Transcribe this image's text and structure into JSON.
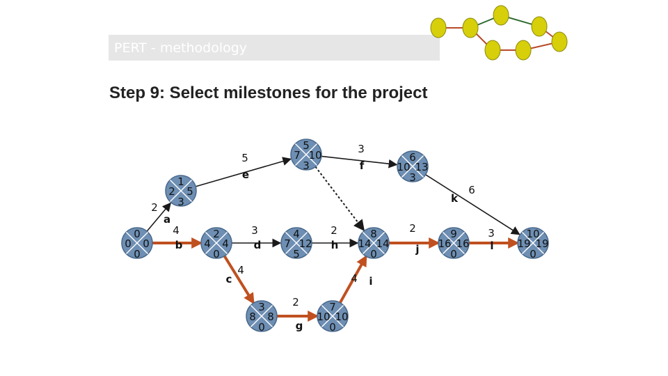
{
  "banner": {
    "title": "PERT - methodology"
  },
  "heading": "Step 9: Select milestones for the project",
  "colors": {
    "node_fill": "#6e8fb3",
    "node_stroke": "#4a6a8d",
    "critical": "#c0501f",
    "arrow": "#1a1a1a",
    "deco_node": "#d6cf0a",
    "deco_edge_red": "#b84a2a",
    "deco_edge_green": "#2f6b2f"
  },
  "nodes": [
    {
      "id": "n1",
      "top": "0",
      "left": "0",
      "right": "0",
      "bottom": "0"
    },
    {
      "id": "n2",
      "top": "1",
      "left": "2",
      "right": "5",
      "bottom": "3"
    },
    {
      "id": "n3",
      "top": "2",
      "left": "4",
      "right": "4",
      "bottom": "0"
    },
    {
      "id": "n4",
      "top": "5",
      "left": "7",
      "right": "10",
      "bottom": "3"
    },
    {
      "id": "n5",
      "top": "4",
      "left": "7",
      "right": "12",
      "bottom": "5"
    },
    {
      "id": "n6",
      "top": "6",
      "left": "10",
      "right": "13",
      "bottom": "3"
    },
    {
      "id": "n7",
      "top": "8",
      "left": "14",
      "right": "14",
      "bottom": "0"
    },
    {
      "id": "n8",
      "top": "9",
      "left": "16",
      "right": "16",
      "bottom": "0"
    },
    {
      "id": "n9",
      "top": "10",
      "left": "19",
      "right": "19",
      "bottom": "0"
    },
    {
      "id": "n10",
      "top": "3",
      "left": "8",
      "right": "8",
      "bottom": "0"
    },
    {
      "id": "n11",
      "top": "7",
      "left": "10",
      "right": "10",
      "bottom": "0"
    }
  ],
  "activities": [
    {
      "name": "a",
      "duration": "2",
      "from": "n1",
      "to": "n2",
      "critical": false,
      "dashed": false
    },
    {
      "name": "b",
      "duration": "4",
      "from": "n1",
      "to": "n3",
      "critical": true,
      "dashed": false
    },
    {
      "name": "e",
      "duration": "5",
      "from": "n2",
      "to": "n4",
      "critical": false,
      "dashed": false
    },
    {
      "name": "f",
      "duration": "3",
      "from": "n4",
      "to": "n6",
      "critical": false,
      "dashed": false
    },
    {
      "name": "d",
      "duration": "3",
      "from": "n3",
      "to": "n5",
      "critical": false,
      "dashed": false
    },
    {
      "name": "h",
      "duration": "2",
      "from": "n5",
      "to": "n7",
      "critical": false,
      "dashed": false
    },
    {
      "name": "c",
      "duration": "4",
      "from": "n3",
      "to": "n10",
      "critical": true,
      "dashed": false
    },
    {
      "name": "g",
      "duration": "2",
      "from": "n10",
      "to": "n11",
      "critical": true,
      "dashed": false
    },
    {
      "name": "i",
      "duration": "4",
      "from": "n11",
      "to": "n7",
      "critical": true,
      "dashed": false
    },
    {
      "name": "j",
      "duration": "2",
      "from": "n7",
      "to": "n8",
      "critical": true,
      "dashed": false
    },
    {
      "name": "k",
      "duration": "6",
      "from": "n6",
      "to": "n9",
      "critical": false,
      "dashed": false
    },
    {
      "name": "l",
      "duration": "3",
      "from": "n8",
      "to": "n9",
      "critical": true,
      "dashed": false
    },
    {
      "name": "",
      "duration": "",
      "from": "n4",
      "to": "n7",
      "critical": false,
      "dashed": true
    }
  ]
}
